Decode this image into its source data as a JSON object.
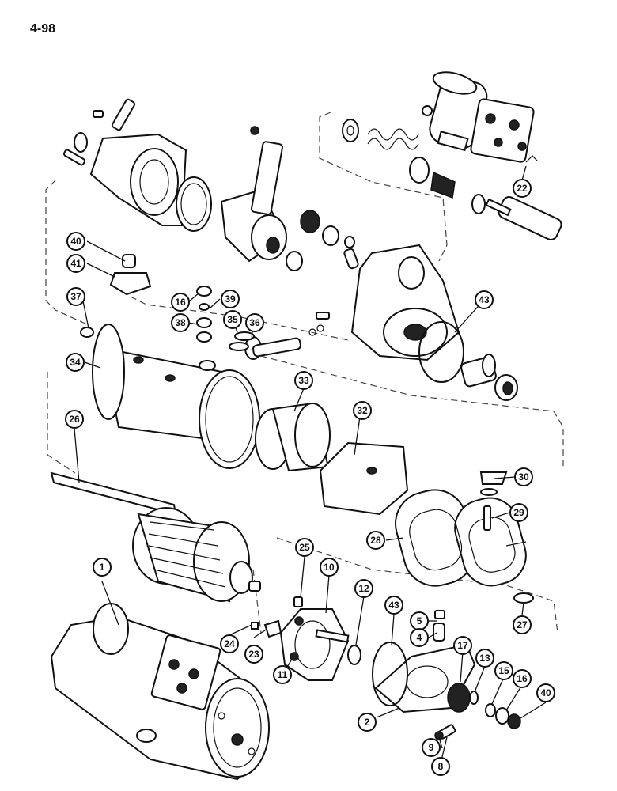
{
  "page_number": "4-98",
  "callouts": [
    {
      "id": "c22",
      "label": "22"
    },
    {
      "id": "c40a",
      "label": "40"
    },
    {
      "id": "c41",
      "label": "41"
    },
    {
      "id": "c37",
      "label": "37"
    },
    {
      "id": "c16a",
      "label": "16"
    },
    {
      "id": "c39",
      "label": "39"
    },
    {
      "id": "c38",
      "label": "38"
    },
    {
      "id": "c35",
      "label": "35"
    },
    {
      "id": "c36",
      "label": "36"
    },
    {
      "id": "c43a",
      "label": "43"
    },
    {
      "id": "c34",
      "label": "34"
    },
    {
      "id": "c33",
      "label": "33"
    },
    {
      "id": "c32",
      "label": "32"
    },
    {
      "id": "c26",
      "label": "26"
    },
    {
      "id": "c30",
      "label": "30"
    },
    {
      "id": "c29",
      "label": "29"
    },
    {
      "id": "c28",
      "label": "28"
    },
    {
      "id": "c1",
      "label": "1"
    },
    {
      "id": "c25",
      "label": "25"
    },
    {
      "id": "c10",
      "label": "10"
    },
    {
      "id": "c12",
      "label": "12"
    },
    {
      "id": "c43b",
      "label": "43"
    },
    {
      "id": "c5",
      "label": "5"
    },
    {
      "id": "c27",
      "label": "27"
    },
    {
      "id": "c4",
      "label": "4"
    },
    {
      "id": "c24",
      "label": "24"
    },
    {
      "id": "c23",
      "label": "23"
    },
    {
      "id": "c11",
      "label": "11"
    },
    {
      "id": "c17",
      "label": "17"
    },
    {
      "id": "c13",
      "label": "13"
    },
    {
      "id": "c15",
      "label": "15"
    },
    {
      "id": "c16b",
      "label": "16"
    },
    {
      "id": "c40b",
      "label": "40"
    },
    {
      "id": "c2",
      "label": "2"
    },
    {
      "id": "c9",
      "label": "9"
    },
    {
      "id": "c8",
      "label": "8"
    }
  ]
}
